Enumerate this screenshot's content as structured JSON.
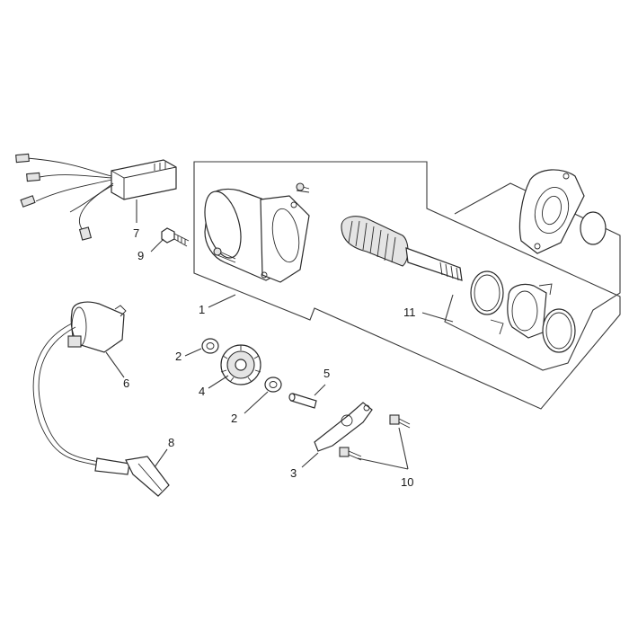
{
  "callouts": [
    {
      "id": "1",
      "text": "1"
    },
    {
      "id": "2a",
      "text": "2"
    },
    {
      "id": "2b",
      "text": "2"
    },
    {
      "id": "3",
      "text": "3"
    },
    {
      "id": "4",
      "text": "4"
    },
    {
      "id": "5",
      "text": "5"
    },
    {
      "id": "6",
      "text": "6"
    },
    {
      "id": "7",
      "text": "7"
    },
    {
      "id": "8",
      "text": "8"
    },
    {
      "id": "9",
      "text": "9"
    },
    {
      "id": "10",
      "text": "10"
    },
    {
      "id": "11",
      "text": "11"
    }
  ]
}
